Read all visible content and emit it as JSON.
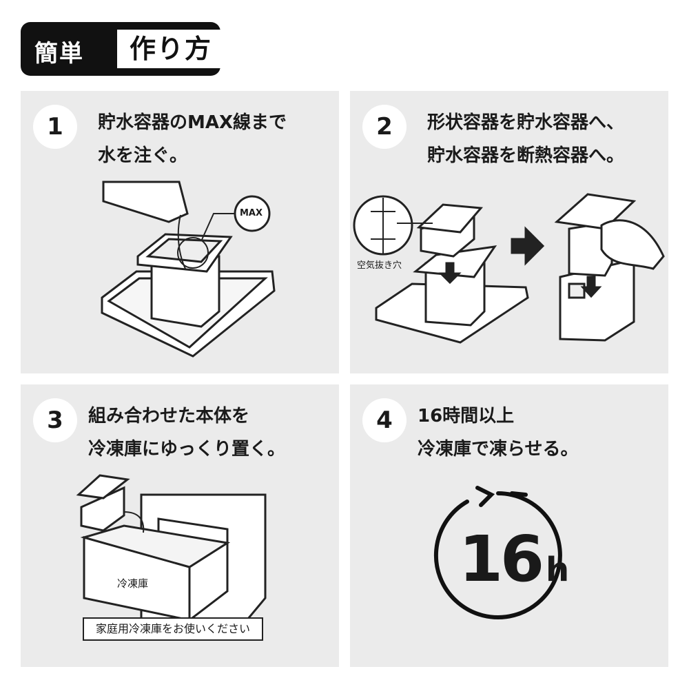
{
  "header": {
    "badge": "簡単",
    "title": "作り方"
  },
  "steps": [
    {
      "number": "1",
      "line1": "貯水容器のMAX線まで",
      "line2": "水を注ぐ。",
      "labels": {
        "max": "MAX"
      }
    },
    {
      "number": "2",
      "line1": "形状容器を貯水容器へ、",
      "line2": "貯水容器を断熱容器へ。",
      "labels": {
        "vent": "空気抜き穴"
      }
    },
    {
      "number": "3",
      "line1": "組み合わせた本体を",
      "line2": "冷凍庫にゆっくり置く。",
      "labels": {
        "freezer": "冷凍庫",
        "note": "家庭用冷凍庫をお使いください"
      }
    },
    {
      "number": "4",
      "line1": "16時間以上",
      "line2": "冷凍庫で凍らせる。",
      "labels": {
        "hours": "16",
        "unit": "h"
      }
    }
  ]
}
